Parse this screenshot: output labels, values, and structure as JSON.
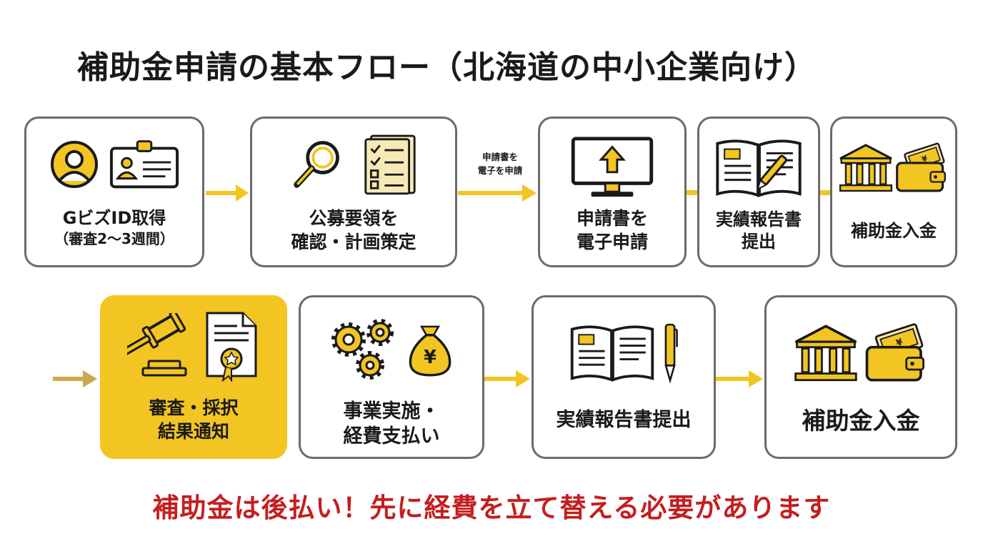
{
  "title": "補助金申請の基本フロー（北海道の中小企業向け）",
  "colors": {
    "accent": "#f2c522",
    "border": "#6b6b6b",
    "warning": "#c41e1e"
  },
  "top_row": [
    {
      "line1": "GビズID取得",
      "line2": "（審査2〜3週間）",
      "icons": [
        "user-circle-icon",
        "id-card-icon"
      ]
    },
    {
      "line1": "公募要領を",
      "line2": "確認・計画策定",
      "icons": [
        "magnifier-icon",
        "checklist-document-icon"
      ]
    },
    {
      "line1": "申請書を",
      "line2": "電子申請",
      "icons": [
        "monitor-upload-icon"
      ]
    },
    {
      "line1": "実績報告書",
      "line2": "提出",
      "icons": [
        "open-book-pen-icon"
      ]
    },
    {
      "line1": "補助金入金",
      "line2": "",
      "icons": [
        "bank-icon",
        "wallet-money-icon"
      ]
    }
  ],
  "arrow_note": {
    "line1": "申請書を",
    "line2": "電子を申請"
  },
  "bottom_row": [
    {
      "line1": "審査・採択",
      "line2": "結果通知",
      "active": true,
      "icons": [
        "gavel-icon",
        "certificate-icon"
      ]
    },
    {
      "line1": "事業実施・",
      "line2": "経費支払い",
      "icons": [
        "gears-icon",
        "yen-money-bag-icon"
      ]
    },
    {
      "line1": "実績報告書提出",
      "line2": "",
      "icons": [
        "open-book-icon",
        "pen-icon"
      ]
    },
    {
      "line1": "補助金入金",
      "line2": "",
      "icons": [
        "bank-icon",
        "wallet-money-icon"
      ]
    }
  ],
  "warning": "補助金は後払い！先に経費を立て替える必要があります"
}
